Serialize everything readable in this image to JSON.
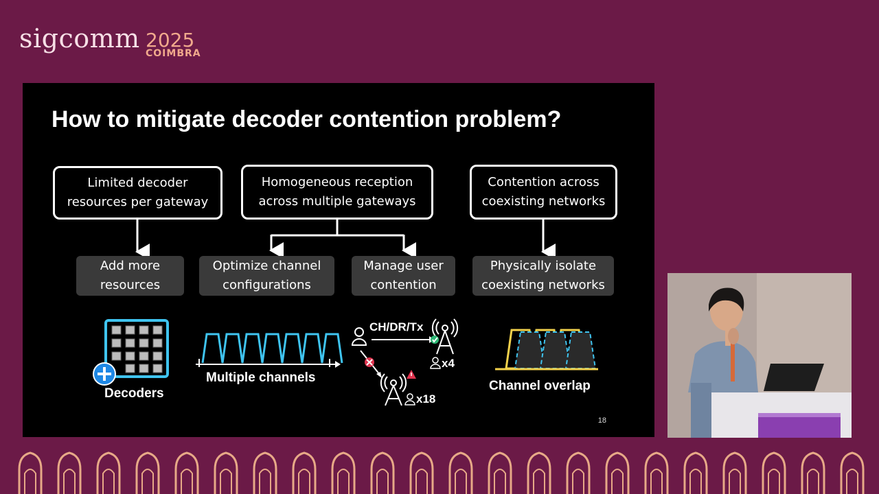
{
  "logo": {
    "name": "sigcomm",
    "year": "2025",
    "city": "COIMBRA"
  },
  "slide": {
    "title": "How to mitigate decoder contention problem?",
    "problems": [
      {
        "line1": "Limited decoder",
        "line2": "resources per gateway"
      },
      {
        "line1": "Homogeneous reception",
        "line2": "across multiple gateways"
      },
      {
        "line1": "Contention across",
        "line2": "coexisting networks"
      }
    ],
    "solutions": [
      {
        "line1": "Add more",
        "line2": "resources"
      },
      {
        "line1": "Optimize channel",
        "line2": "configurations"
      },
      {
        "line1": "Manage user",
        "line2": "contention"
      },
      {
        "line1": "Physically isolate",
        "line2": "coexisting networks"
      }
    ],
    "captions": {
      "decoders": "Decoders",
      "channels": "Multiple channels",
      "ch_dr_tx": "CH/DR/Tx",
      "x4": "x4",
      "x18": "x18",
      "overlap": "Channel overlap"
    },
    "page_number": "18"
  },
  "colors": {
    "background": "#6b1a47",
    "accent_cyan": "#3fc4f0",
    "accent_yellow": "#f2d14b",
    "ok_green": "#2bb673",
    "err_red": "#e0344f"
  }
}
